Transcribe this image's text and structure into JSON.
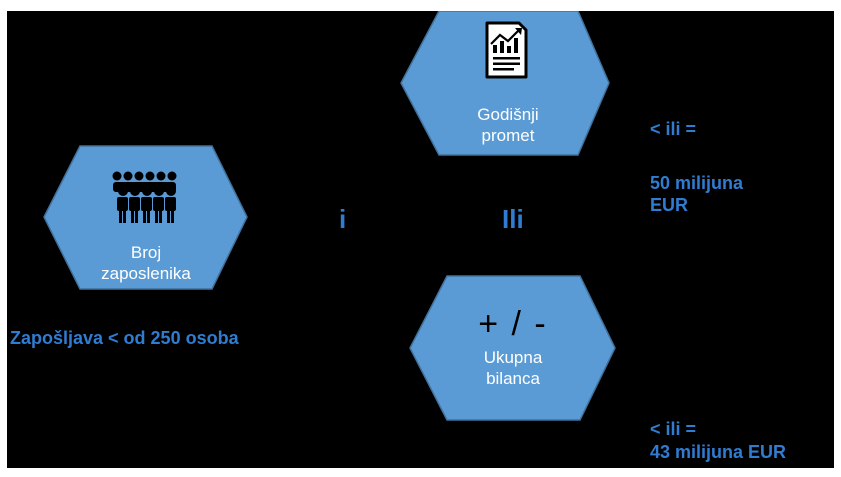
{
  "nodes": {
    "employees": {
      "icon": "people-group-icon",
      "label_line1": "Broj",
      "label_line2": "zaposlenika"
    },
    "turnover": {
      "icon": "report-chart-icon",
      "label_line1": "Godišnji",
      "label_line2": "promet"
    },
    "balance": {
      "icon": "plus-minus-symbols",
      "symbols": "+ / -",
      "label_line1": "Ukupna",
      "label_line2": "bilanca"
    }
  },
  "connectors": {
    "and": "i",
    "or": "Ili"
  },
  "conditions": {
    "employees": "Zapošljava < od 250 osoba",
    "turnover_line1": "< ili =",
    "turnover_line2": "50  milijuna",
    "turnover_line3": "EUR",
    "balance_line1": "< ili =",
    "balance_line2": "43 milijuna EUR"
  },
  "colors": {
    "background": "#000000",
    "hexagon_fill": "#5b9bd5",
    "hexagon_stroke": "#41719c",
    "text_blue": "#2f7cd1",
    "label_white": "#ffffff"
  }
}
